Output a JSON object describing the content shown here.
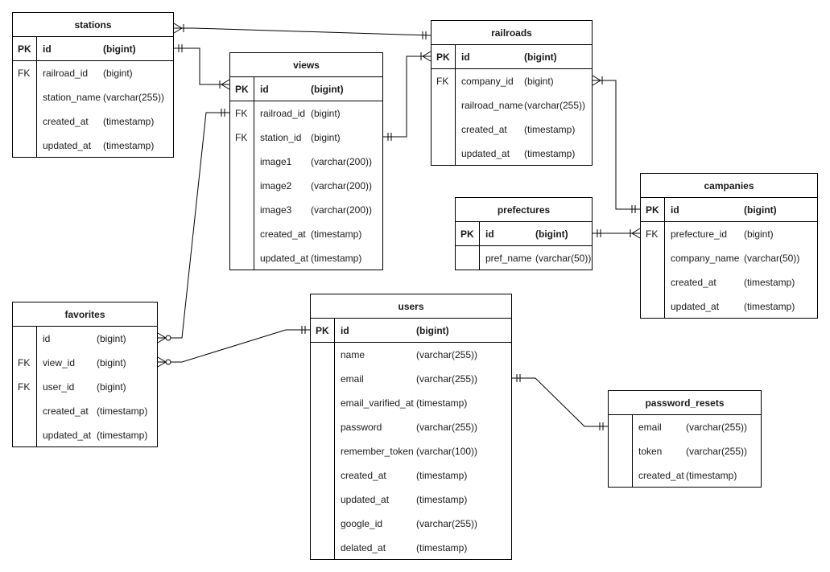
{
  "diagram": {
    "stations": {
      "title": "stations",
      "pk": {
        "key": "PK",
        "name": "id",
        "type": "(bigint)"
      },
      "rows": [
        {
          "key": "FK",
          "name": "railroad_id",
          "type": "(bigint)"
        },
        {
          "key": "",
          "name": "station_name",
          "type": "(varchar(255))"
        },
        {
          "key": "",
          "name": "created_at",
          "type": "(timestamp)"
        },
        {
          "key": "",
          "name": "updated_at",
          "type": "(timestamp)"
        }
      ]
    },
    "views": {
      "title": "views",
      "pk": {
        "key": "PK",
        "name": "id",
        "type": "(bigint)"
      },
      "rows": [
        {
          "key": "FK",
          "name": "railroad_id",
          "type": "(bigint)"
        },
        {
          "key": "FK",
          "name": "station_id",
          "type": "(bigint)"
        },
        {
          "key": "",
          "name": "image1",
          "type": "(varchar(200))"
        },
        {
          "key": "",
          "name": "image2",
          "type": "(varchar(200))"
        },
        {
          "key": "",
          "name": "image3",
          "type": "(varchar(200))"
        },
        {
          "key": "",
          "name": "created_at",
          "type": "(timestamp)"
        },
        {
          "key": "",
          "name": "updated_at",
          "type": "(timestamp)"
        }
      ]
    },
    "railroads": {
      "title": "railroads",
      "pk": {
        "key": "PK",
        "name": "id",
        "type": "(bigint)"
      },
      "rows": [
        {
          "key": "FK",
          "name": "company_id",
          "type": "(bigint)"
        },
        {
          "key": "",
          "name": "railroad_name",
          "type": "(varchar(255))"
        },
        {
          "key": "",
          "name": "created_at",
          "type": "(timestamp)"
        },
        {
          "key": "",
          "name": "updated_at",
          "type": "(timestamp)"
        }
      ]
    },
    "prefectures": {
      "title": "prefectures",
      "pk": {
        "key": "PK",
        "name": "id",
        "type": "(bigint)"
      },
      "rows": [
        {
          "key": "",
          "name": "pref_name",
          "type": "(varchar(50))"
        }
      ]
    },
    "campanies": {
      "title": "campanies",
      "pk": {
        "key": "PK",
        "name": "id",
        "type": "(bigint)"
      },
      "rows": [
        {
          "key": "FK",
          "name": "prefecture_id",
          "type": "(bigint)"
        },
        {
          "key": "",
          "name": "company_name",
          "type": "(varchar(50))"
        },
        {
          "key": "",
          "name": "created_at",
          "type": "(timestamp)"
        },
        {
          "key": "",
          "name": "updated_at",
          "type": "(timestamp)"
        }
      ]
    },
    "favorites": {
      "title": "favorites",
      "rows": [
        {
          "key": "",
          "name": "id",
          "type": "(bigint)"
        },
        {
          "key": "FK",
          "name": "view_id",
          "type": "(bigint)"
        },
        {
          "key": "FK",
          "name": "user_id",
          "type": "(bigint)"
        },
        {
          "key": "",
          "name": "created_at",
          "type": "(timestamp)"
        },
        {
          "key": "",
          "name": "updated_at",
          "type": "(timestamp)"
        }
      ]
    },
    "users": {
      "title": "users",
      "pk": {
        "key": "PK",
        "name": "id",
        "type": "(bigint)"
      },
      "rows": [
        {
          "key": "",
          "name": "name",
          "type": "(varchar(255))"
        },
        {
          "key": "",
          "name": "email",
          "type": "(varchar(255))"
        },
        {
          "key": "",
          "name": "email_varified_at",
          "type": "(timestamp)"
        },
        {
          "key": "",
          "name": "password",
          "type": "(varchar(255))"
        },
        {
          "key": "",
          "name": "remember_token",
          "type": "(varchar(100))"
        },
        {
          "key": "",
          "name": "created_at",
          "type": "(timestamp)"
        },
        {
          "key": "",
          "name": "updated_at",
          "type": "(timestamp)"
        },
        {
          "key": "",
          "name": "google_id",
          "type": "(varchar(255))"
        },
        {
          "key": "",
          "name": "delated_at",
          "type": "(timestamp)"
        }
      ]
    },
    "password_resets": {
      "title": "password_resets",
      "rows": [
        {
          "key": "",
          "name": "email",
          "type": "(varchar(255))"
        },
        {
          "key": "",
          "name": "token",
          "type": "(varchar(255))"
        },
        {
          "key": "",
          "name": "created_at",
          "type": "(timestamp)"
        }
      ]
    }
  }
}
